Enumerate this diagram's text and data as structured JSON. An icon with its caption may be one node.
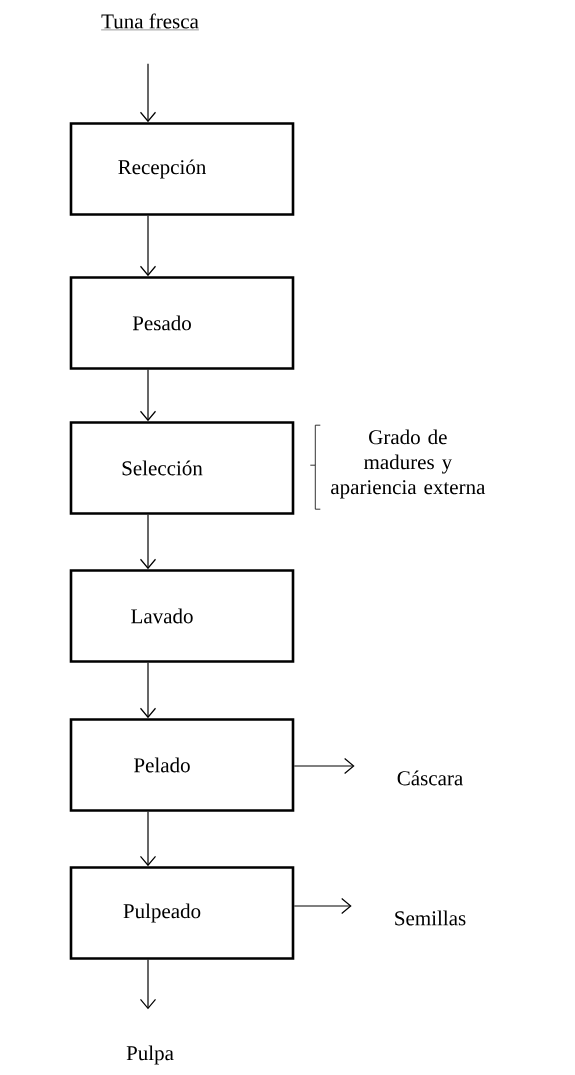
{
  "diagram": {
    "nodes": [
      {
        "text": [
          "Tuna fresca"
        ]
      },
      {
        "text": [
          "Recepción"
        ]
      },
      {
        "text": [
          "Pesado"
        ]
      },
      {
        "text": [
          "Selección"
        ],
        "beside": [
          "Grado de madures y apariencia externa"
        ]
      },
      {
        "text": [
          "Lavado"
        ]
      },
      {
        "text": [
          "Pelado"
        ]
      },
      {
        "text": [
          "Pulpeado"
        ]
      },
      {
        "text": [
          "Cáscara"
        ]
      },
      {
        "text": [
          "Semillas"
        ]
      },
      {
        "text": [
          "Pulpa"
        ]
      }
    ],
    "edges": [
      {
        "from": 0,
        "to": 1,
        "arrow": "to"
      },
      {
        "from": 1,
        "to": 2,
        "arrow": "to"
      },
      {
        "from": 2,
        "to": 3,
        "arrow": "to"
      },
      {
        "from": 3,
        "to": 4,
        "arrow": "to"
      },
      {
        "from": 4,
        "to": 5,
        "arrow": "to"
      },
      {
        "from": 5,
        "to": 6,
        "arrow": "to"
      },
      {
        "from": 5,
        "to": 7,
        "arrow": "to"
      },
      {
        "from": 6,
        "to": 8,
        "arrow": "to"
      },
      {
        "from": 6,
        "to": 9,
        "arrow": "to"
      }
    ]
  }
}
